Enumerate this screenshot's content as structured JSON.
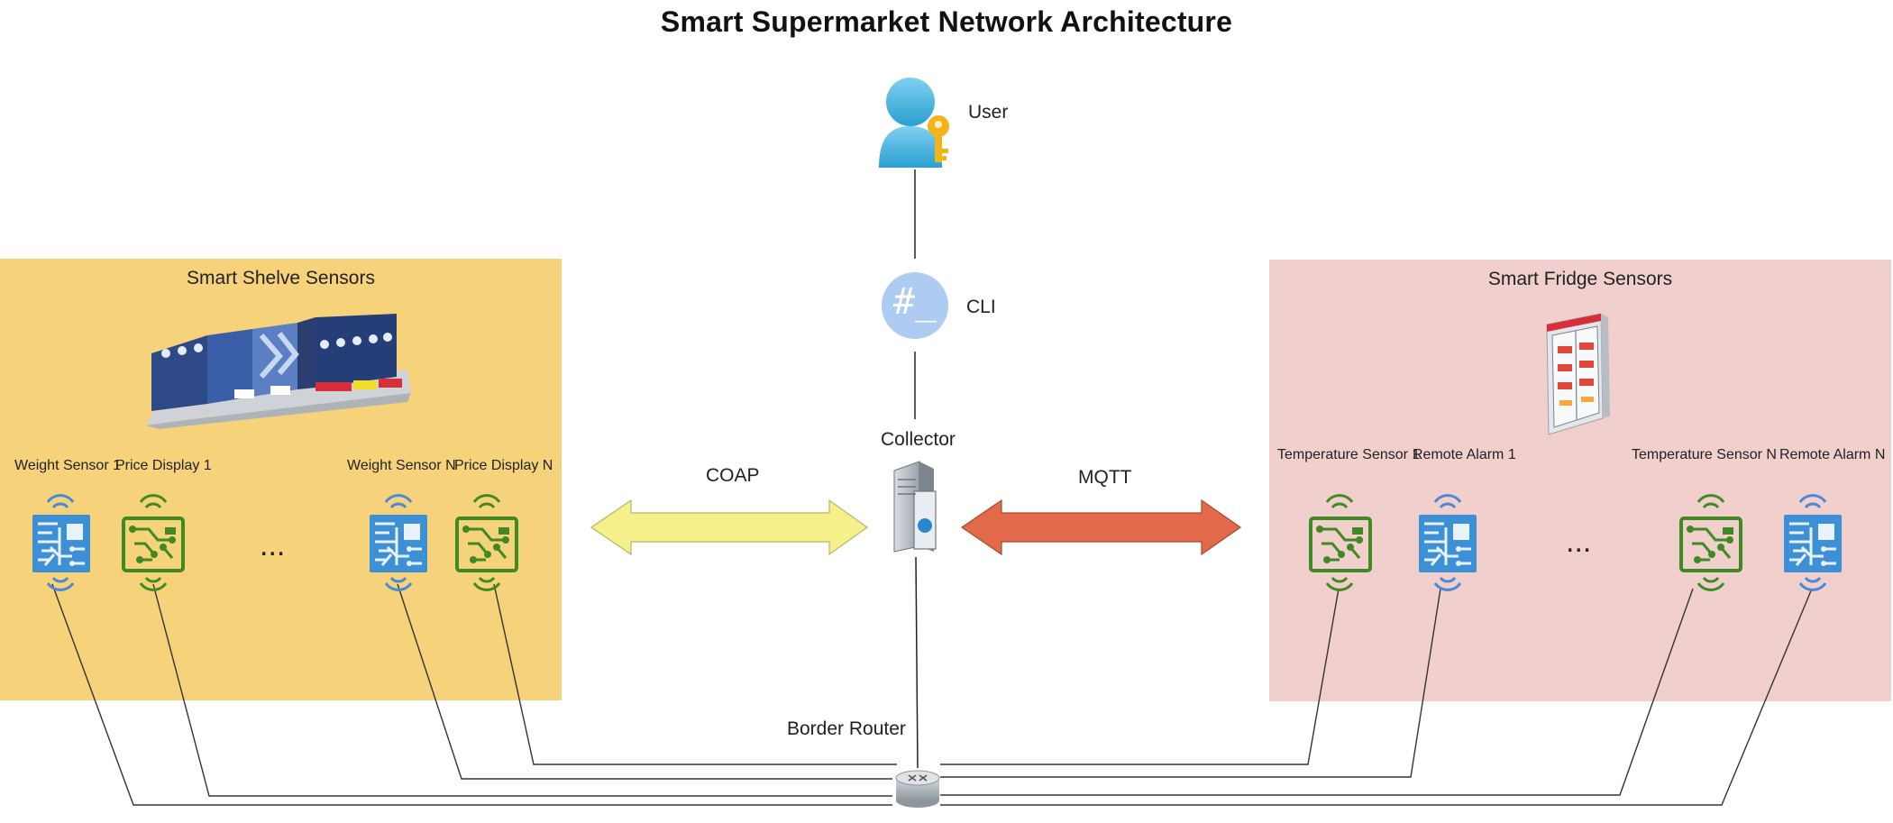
{
  "title": "Smart Supermarket Network Architecture",
  "user_label": "User",
  "cli_label": "CLI",
  "cli_glyph": "#_",
  "collector_label": "Collector",
  "router_label": "Border Router",
  "coap_label": "COAP",
  "mqtt_label": "MQTT",
  "ellipsis": "...",
  "shelves": {
    "title": "Smart Shelve Sensors",
    "devices": [
      "Weight Sensor 1",
      "Price Display 1",
      "Weight Sensor N",
      "Price Display N"
    ]
  },
  "fridges": {
    "title": "Smart Fridge Sensors",
    "devices": [
      "Temperature Sensor 1",
      "Remote Alarm 1",
      "Temperature Sensor N",
      "Remote Alarm N"
    ]
  },
  "colors": {
    "shelves_zone": "#f6d37b",
    "fridges_zone": "#f0cfcc",
    "coap_arrow": "#f6f08a",
    "mqtt_arrow": "#e26a4a",
    "chip_blue": "#3d8fd6",
    "chip_green": "#3f8a22"
  }
}
